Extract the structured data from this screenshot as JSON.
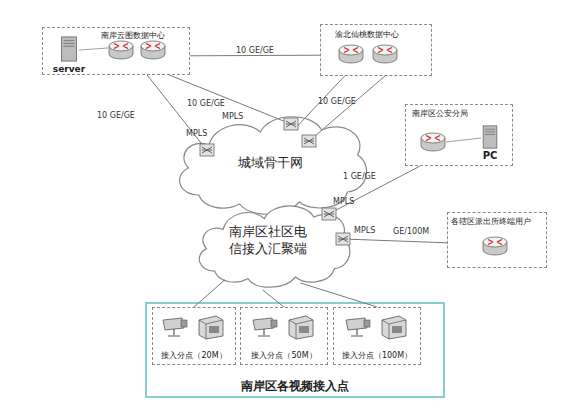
{
  "diagram": {
    "nodes": [
      {
        "text": [
          "南岸云图数据中心"
        ]
      },
      {
        "text": [
          "server"
        ],
        "in": 0
      },
      {
        "text": [
          "渝北仙桃数据中心"
        ]
      },
      {
        "text": [
          "城域骨干网"
        ]
      },
      {
        "text": [
          "南岸区社区电 信接入汇聚端"
        ]
      },
      {
        "text": [
          "南岸区公安分局"
        ]
      },
      {
        "text": [
          "PC"
        ],
        "in": 5
      },
      {
        "text": [
          "各辖区派出所终端用户"
        ]
      },
      {
        "text": [
          "南岸区各视频接入点"
        ]
      },
      {
        "text": [
          "接入分点（20M）"
        ],
        "in": 8
      },
      {
        "text": [
          "接入分点（50M）"
        ],
        "in": 8
      },
      {
        "text": [
          "接入分点（100M）"
        ],
        "in": 8
      }
    ],
    "edges": [
      {
        "from": 0,
        "to": 2,
        "label": "10 GE/GE",
        "arrow": "none"
      },
      {
        "from": 0,
        "to": 3,
        "label": "10 GE/GE",
        "arrow": "none"
      },
      {
        "from": 0,
        "to": 3,
        "label": "10 GE/GE",
        "arrow": "none"
      },
      {
        "from": 2,
        "to": 3,
        "label": "10 GE/GE",
        "arrow": "none"
      },
      {
        "from": 2,
        "to": 3,
        "arrow": "none"
      },
      {
        "from": 5,
        "to": 4,
        "label": "1 GE/GE",
        "arrow": "none"
      },
      {
        "from": 7,
        "to": 4,
        "label": "GE/100M",
        "arrow": "none"
      },
      {
        "from": 4,
        "to": 9,
        "arrow": "none"
      },
      {
        "from": 4,
        "to": 10,
        "arrow": "none"
      },
      {
        "from": 4,
        "to": 11,
        "arrow": "none"
      }
    ],
    "labels": [
      "MPLS",
      "MPLS",
      "MPLS",
      "MPLS"
    ]
  }
}
